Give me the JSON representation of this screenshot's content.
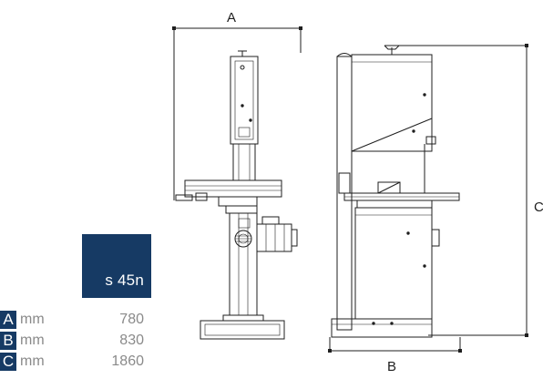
{
  "model": {
    "name": "s 45n"
  },
  "dimensions": [
    {
      "letter": "A",
      "unit": "mm",
      "value": "780"
    },
    {
      "letter": "B",
      "unit": "mm",
      "value": "830"
    },
    {
      "letter": "C",
      "unit": "mm",
      "value": "1860"
    }
  ],
  "drawing_labels": {
    "a": "A",
    "b": "B",
    "c": "C"
  },
  "colors": {
    "accent": "#163a64",
    "line": "#1f1f1f",
    "dim_gray": "#8a8a8a"
  }
}
